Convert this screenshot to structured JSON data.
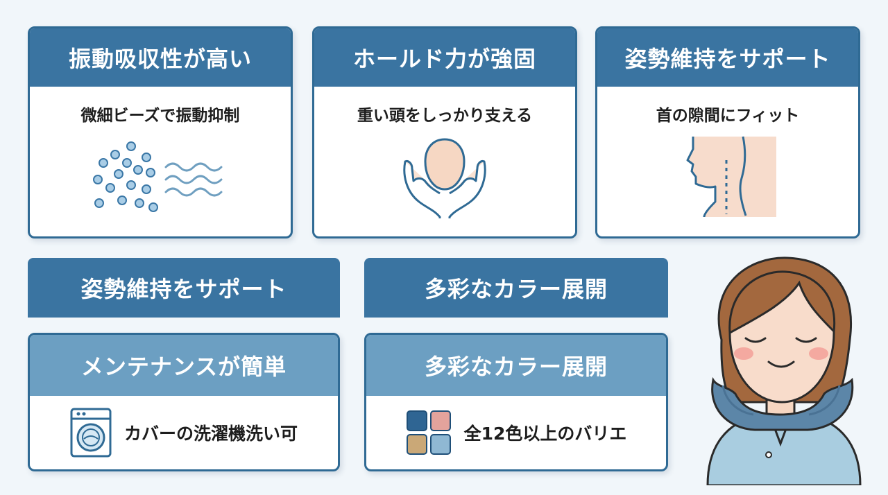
{
  "features": [
    {
      "title": "振動吸収性が高い",
      "subtitle": "微細ビーズで振動抑制",
      "icon": "beads-wave-icon"
    },
    {
      "title": "ホールド力が強固",
      "subtitle": "重い頭をしっかり支える",
      "icon": "hands-holding-head-icon"
    },
    {
      "title": "姿勢維持をサポート",
      "subtitle": "首の隙間にフィット",
      "icon": "neck-profile-icon"
    }
  ],
  "banners": [
    {
      "label": "姿勢維持をサポート"
    },
    {
      "label": "多彩なカラー展開"
    }
  ],
  "cards": [
    {
      "title": "メンテナンスが簡単",
      "text": "カバーの洗濯機洗い可",
      "icon": "washing-machine-icon"
    },
    {
      "title": "多彩なカラー展開",
      "text": "全12色以上のバリエ",
      "icon": "color-swatches-icon"
    }
  ],
  "colors": {
    "header": "#3a74a1",
    "header_light": "#6c9fc2",
    "border": "#2f6a94",
    "swatches": [
      "#2f6593",
      "#e3a39c",
      "#caa877",
      "#8fb8d3"
    ]
  }
}
